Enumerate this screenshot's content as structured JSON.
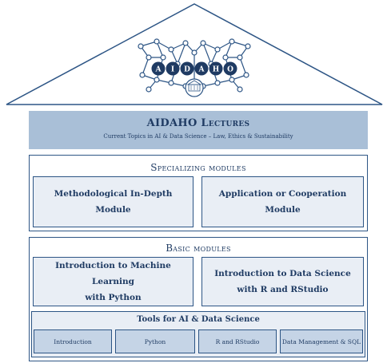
{
  "logo": {
    "letters": [
      "A",
      "I",
      "D",
      "A",
      "H",
      "O"
    ]
  },
  "lectures": {
    "title": "AIDAHO Lectures",
    "subtitle": "Current Topics in AI & Data Science – Law, Ethics & Sustainability"
  },
  "specializing": {
    "title": "Specializing modules",
    "modules": [
      "Methodological In-Depth\nModule",
      "Application or Cooperation\nModule"
    ]
  },
  "basic": {
    "title": "Basic modules",
    "modules": [
      "Introduction to Machine Learning\nwith Python",
      "Introduction to Data Science\nwith R and RStudio"
    ],
    "tools": {
      "title": "Tools for AI & Data Science",
      "items": [
        "Introduction",
        "Python",
        "R and RStudio",
        "Data Management & SQL"
      ]
    }
  },
  "colors": {
    "navy": "#1f3b63",
    "border": "#2d5585",
    "light": "#e9eef5",
    "band": "#a9bfd7",
    "tool": "#c5d4e6"
  }
}
